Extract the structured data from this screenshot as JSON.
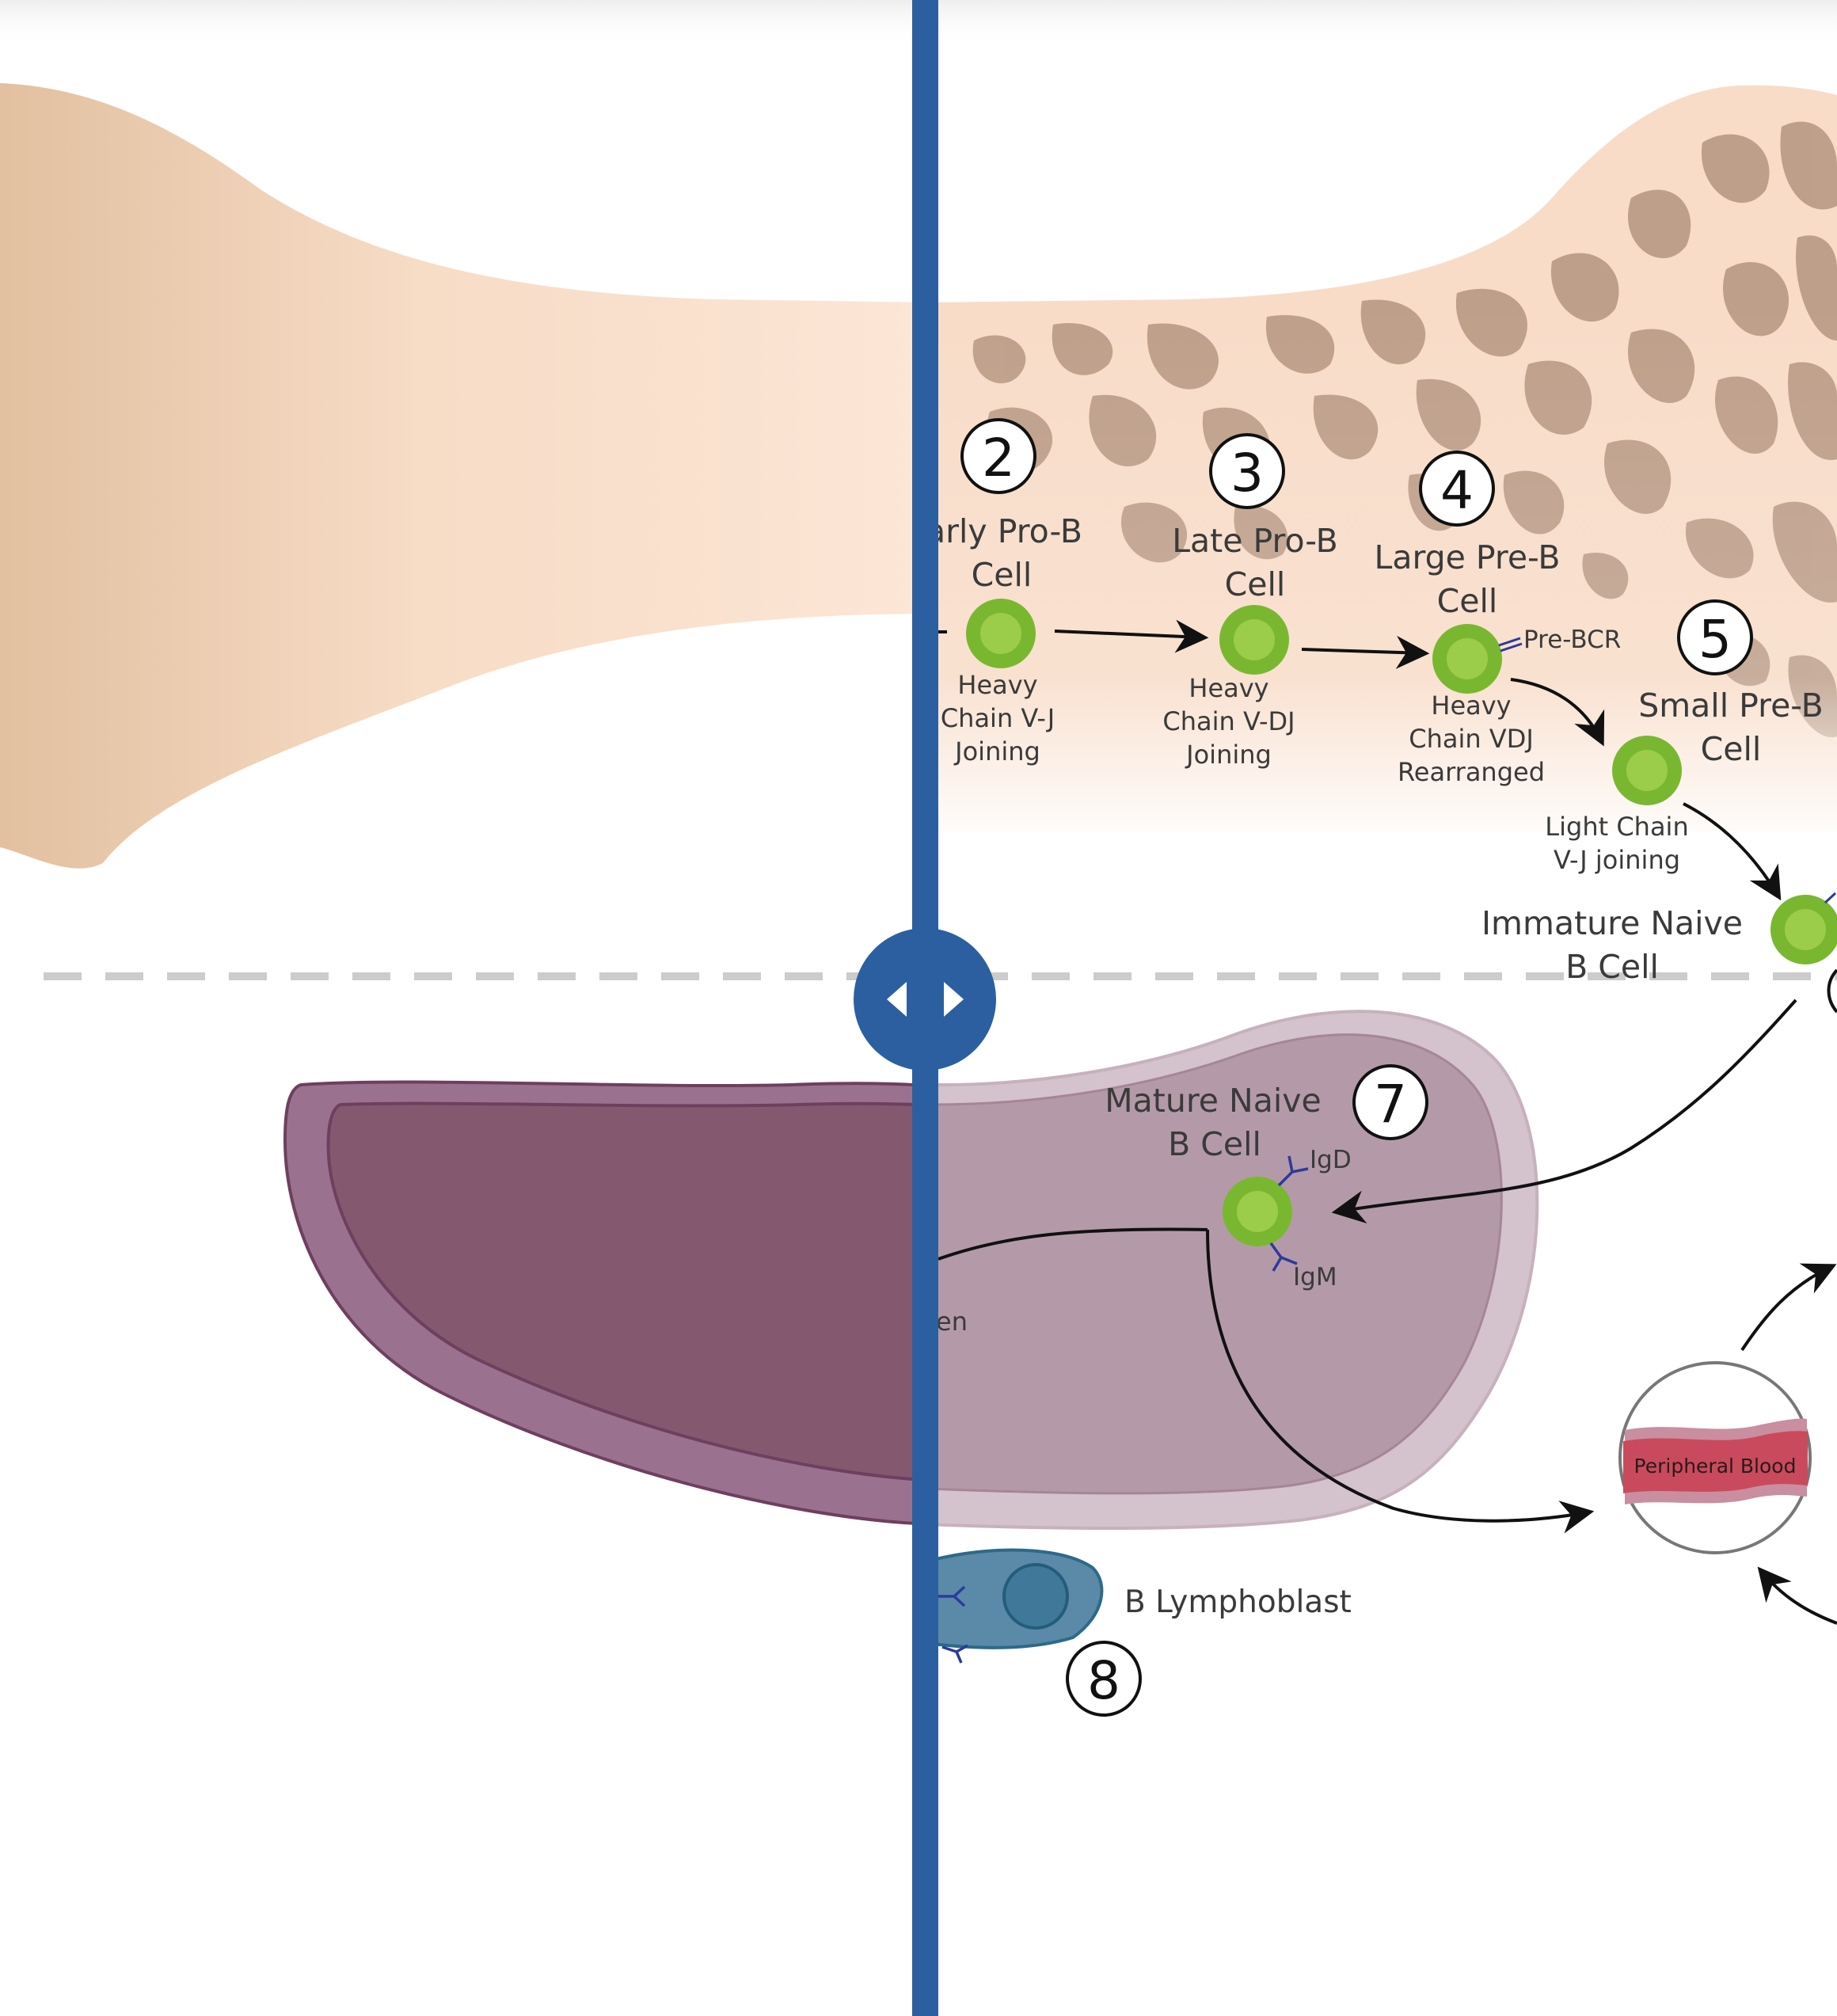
{
  "stages": {
    "s2": {
      "number": "2",
      "name_l1": "arly Pro-B",
      "name_l2": "Cell",
      "desc_l1": "Heavy",
      "desc_l2": "Chain V-J",
      "desc_l3": "Joining"
    },
    "s3": {
      "number": "3",
      "name_l1": "Late Pro-B",
      "name_l2": "Cell",
      "desc_l1": "Heavy",
      "desc_l2": "Chain V-DJ",
      "desc_l3": "Joining"
    },
    "s4": {
      "number": "4",
      "name_l1": "Large Pre-B",
      "name_l2": "Cell",
      "receptor": "Pre-BCR",
      "desc_l1": "Heavy",
      "desc_l2": "Chain VDJ",
      "desc_l3": "Rearranged"
    },
    "s5": {
      "number": "5",
      "name_l1": "Small Pre-B",
      "name_l2": "Cell",
      "desc_l1": "Light Chain",
      "desc_l2": "V-J joining"
    },
    "s6": {
      "name_l1": "Immature Naive",
      "name_l2": "B Cell"
    },
    "s7": {
      "number": "7",
      "name_l1": "Mature Naive",
      "name_l2": "B Cell",
      "receptor_top": "IgD",
      "receptor_bottom": "IgM"
    },
    "s8": {
      "number": "8",
      "name": "B Lymphoblast"
    }
  },
  "spleen_fragment": "en",
  "peripheral_blood": "Peripheral Blood",
  "colors": {
    "divider": "#2c5fa0",
    "cell": "#7ab730",
    "cell_nucleus": "#9bcc4a",
    "spleen_dark": "#85596f",
    "spleen_light": "#b49aa8",
    "bone": "#fbe3d2",
    "blood": "#c94a5c"
  }
}
